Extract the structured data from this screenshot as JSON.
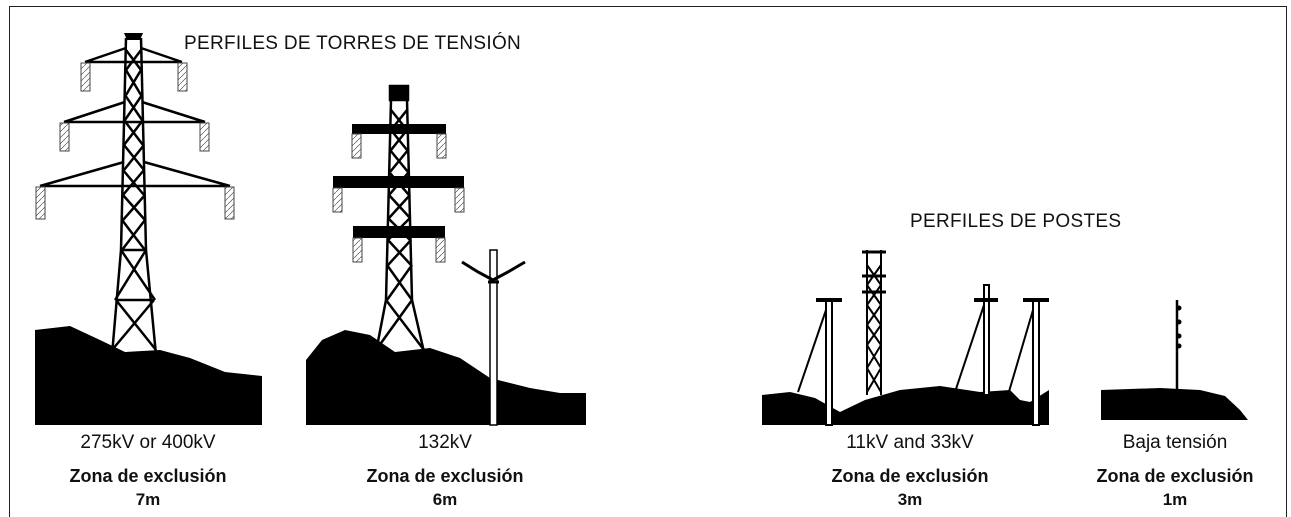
{
  "title_towers": "PERFILES DE TORRES DE TENSIÓN",
  "title_poles": "PERFILES DE POSTES",
  "groups": [
    {
      "voltage": "275kV or 400kV",
      "zone_label": "Zona de exclusión",
      "distance": "7m",
      "icon": "lattice-tower-large-icon"
    },
    {
      "voltage": "132kV",
      "zone_label": "Zona de exclusión",
      "distance": "6m",
      "icon": "lattice-tower-medium-icon"
    },
    {
      "voltage": "11kV and 33kV",
      "zone_label": "Zona de exclusión",
      "distance": "3m",
      "icon": "wooden-poles-icon"
    },
    {
      "voltage": "Baja tensión",
      "zone_label": "Zona de exclusión",
      "distance": "1m",
      "icon": "low-voltage-pole-icon"
    }
  ],
  "colors": {
    "silhouette": "#000000",
    "background": "#ffffff",
    "insulator": "#555555"
  }
}
